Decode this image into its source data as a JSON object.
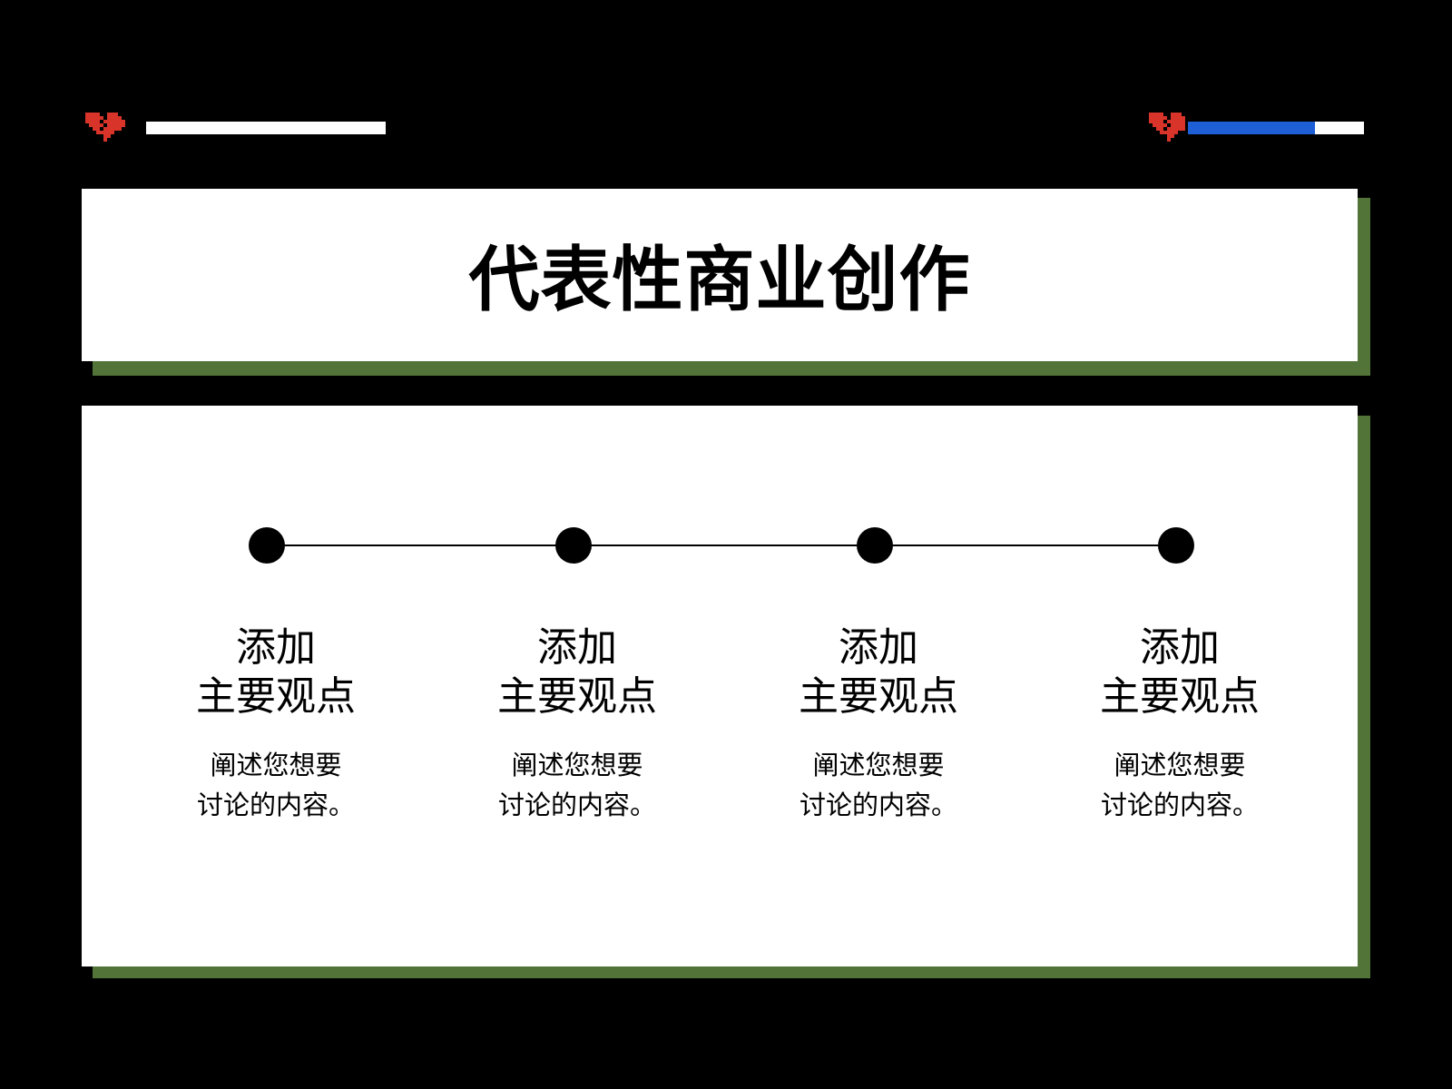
{
  "title": "代表性商业创作",
  "hud": {
    "left": {
      "icon": "broken-heart-icon",
      "fill_percent": 0,
      "fill_color": "#1e5fd6"
    },
    "right": {
      "icon": "broken-heart-icon",
      "fill_percent": 72,
      "fill_color": "#1e5fd6"
    }
  },
  "colors": {
    "background": "#000000",
    "panel": "#ffffff",
    "panel_shadow": "#537438",
    "heart": "#d8342a"
  },
  "points": [
    {
      "title_line1": "添加",
      "title_line2": "主要观点",
      "desc_line1": "阐述您想要",
      "desc_line2": "讨论的内容。"
    },
    {
      "title_line1": "添加",
      "title_line2": "主要观点",
      "desc_line1": "阐述您想要",
      "desc_line2": "讨论的内容。"
    },
    {
      "title_line1": "添加",
      "title_line2": "主要观点",
      "desc_line1": "阐述您想要",
      "desc_line2": "讨论的内容。"
    },
    {
      "title_line1": "添加",
      "title_line2": "主要观点",
      "desc_line1": "阐述您想要",
      "desc_line2": "讨论的内容。"
    }
  ]
}
